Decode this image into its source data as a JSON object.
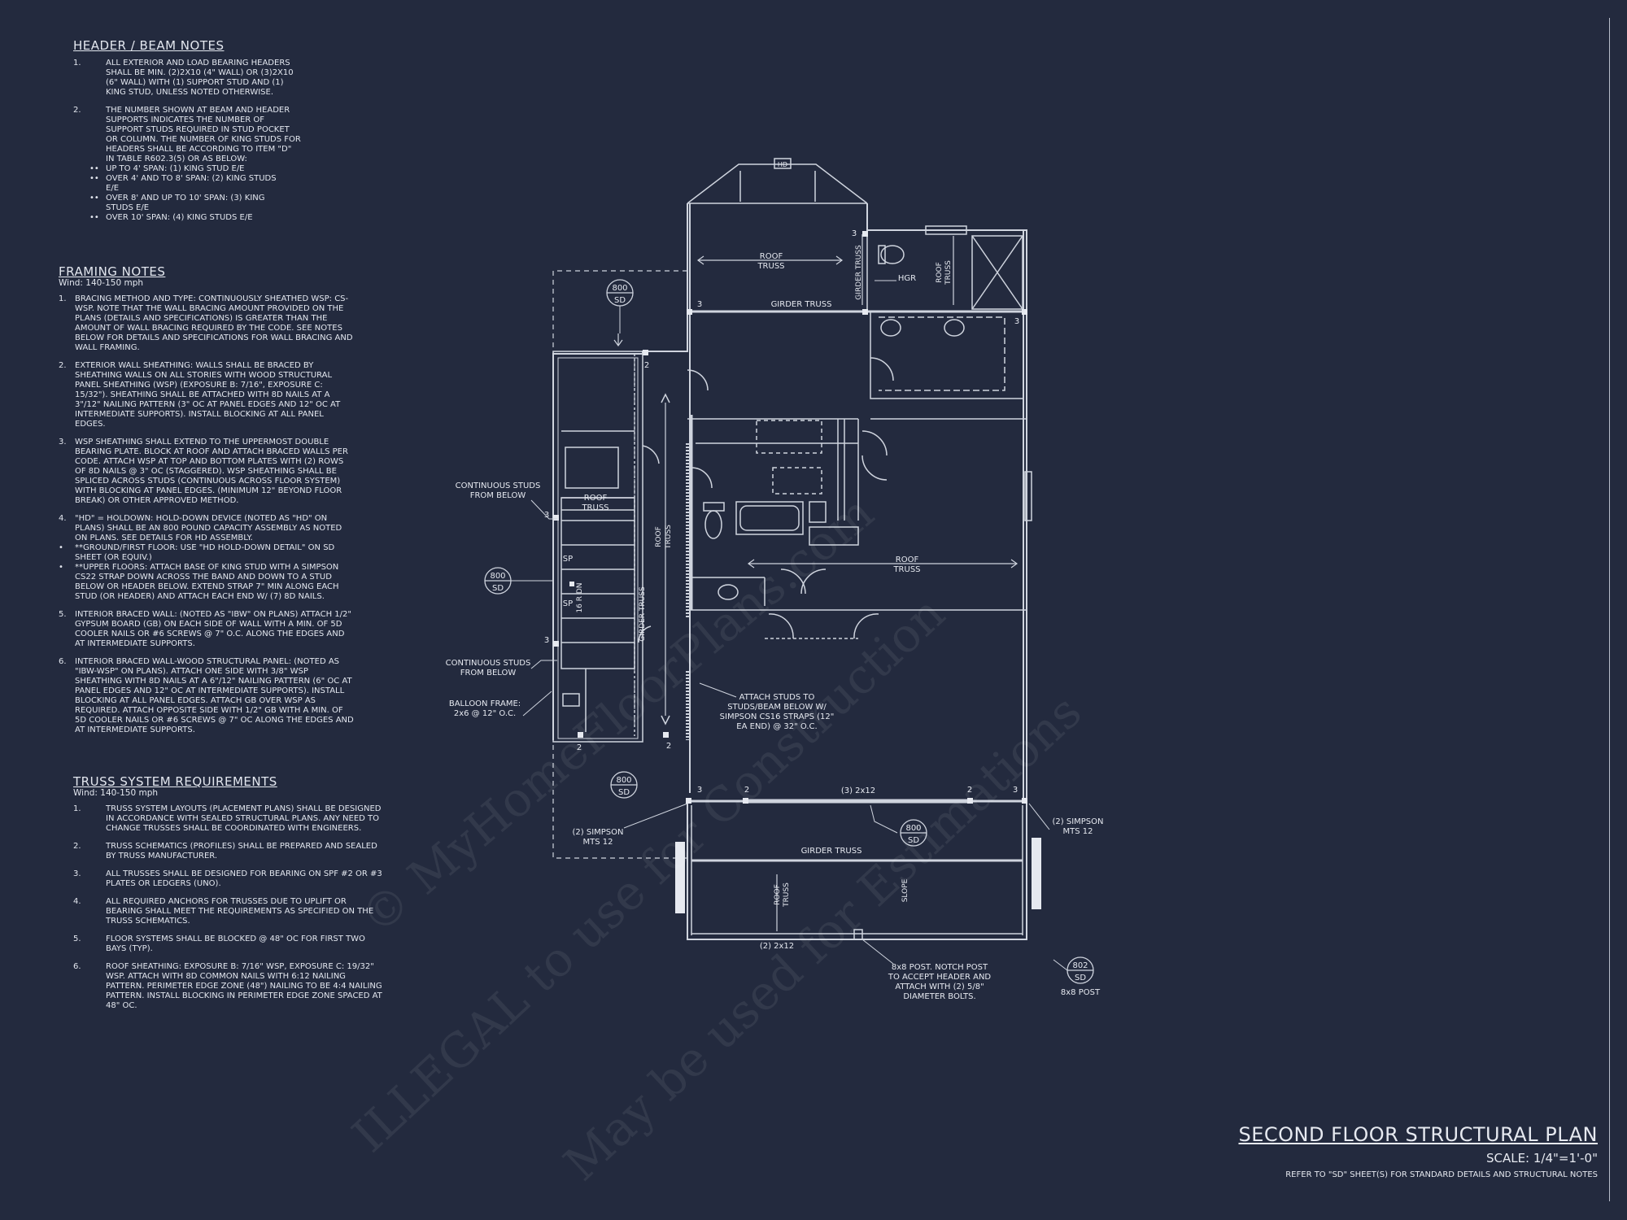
{
  "header_beam_notes": {
    "title": "HEADER / BEAM NOTES",
    "items": [
      {
        "num": "1.",
        "text": "ALL EXTERIOR AND LOAD BEARING HEADERS SHALL BE MIN. (2)2x10 (4\" WALL) OR (3)2x10 (6\" WALL) WITH (1) SUPPORT STUD AND (1) KING STUD, UNLESS NOTED OTHERWISE."
      },
      {
        "num": "2.",
        "text": "THE NUMBER SHOWN AT BEAM AND HEADER SUPPORTS INDICATES THE NUMBER OF SUPPORT STUDS REQUIRED IN STUD POCKET OR COLUMN. THE NUMBER OF KING STUDS FOR HEADERS SHALL BE ACCORDING TO ITEM \"d\" IN TABLE R602.3(5) OR AS BELOW:"
      }
    ],
    "bullets": [
      "UP TO 4' SPAN: (1) KING STUD E/E",
      "OVER 4' AND TO 8' SPAN: (2) KING STUDS E/E",
      "OVER 8' AND UP TO 10' SPAN: (3) KING STUDS E/E",
      "OVER 10' SPAN: (4) KING STUDS E/E"
    ]
  },
  "framing_notes": {
    "title": "FRAMING NOTES",
    "wind": "Wind: 140-150 mph",
    "items": [
      {
        "num": "1.",
        "text": "BRACING METHOD AND TYPE: CONTINUOUSLY SHEATHED WSP: CS-WSP. NOTE THAT THE WALL BRACING AMOUNT PROVIDED ON THE PLANS (DETAILS AND SPECIFICATIONS) IS GREATER THAN THE AMOUNT OF WALL BRACING REQUIRED BY THE CODE. SEE NOTES BELOW FOR DETAILS AND SPECIFICATIONS FOR WALL BRACING AND WALL FRAMING."
      },
      {
        "num": "2.",
        "text": "EXTERIOR WALL SHEATHING: WALLS SHALL BE BRACED BY SHEATHING WALLS ON ALL STORIES WITH WOOD STRUCTURAL PANEL SHEATHING (WSP) (EXPOSURE B: 7/16\", EXPOSURE C: 15/32\"). SHEATHING SHALL BE ATTACHED WITH 8d NAILS AT A 3\"/12\" NAILING PATTERN (3\" OC AT PANEL EDGES AND 12\" OC AT INTERMEDIATE SUPPORTS). INSTALL BLOCKING AT ALL PANEL EDGES."
      },
      {
        "num": "3.",
        "text": "WSP SHEATHING SHALL EXTEND TO THE UPPERMOST DOUBLE BEARING PLATE. BLOCK AT ROOF AND ATTACH BRACED WALLS PER CODE. ATTACH WSP AT TOP AND BOTTOM PLATES WITH (2) ROWS OF 8d NAILS @ 3\" OC (STAGGERED). WSP SHEATHING SHALL BE SPLICED ACROSS STUDS (CONTINUOUS ACROSS FLOOR SYSTEM) WITH BLOCKING AT PANEL EDGES. (MINIMUM 12\" BEYOND FLOOR BREAK) OR OTHER APPROVED METHOD."
      },
      {
        "num": "4.",
        "text": "\"HD\" = HOLDOWN: HOLD-DOWN DEVICE (NOTED AS \"HD\" ON PLANS) SHALL BE AN 800 POUND CAPACITY ASSEMBLY AS NOTED ON PLANS. SEE DETAILS FOR HD ASSEMBLY."
      },
      {
        "num": "•",
        "text": "**GROUND/FIRST FLOOR: USE \"HD HOLD-DOWN DETAIL\" ON SD SHEET (OR EQUIV.)"
      },
      {
        "num": "•",
        "text": "**UPPER FLOORS: ATTACH BASE OF KING STUD WITH A SIMPSON CS22 STRAP DOWN ACROSS THE BAND AND DOWN TO A STUD BELOW OR HEADER BELOW. EXTEND STRAP 7\" MIN ALONG EACH STUD (OR HEADER) AND ATTACH EACH END W/ (7) 8d NAILS."
      },
      {
        "num": "5.",
        "text": "INTERIOR BRACED WALL: (NOTED AS \"IBW\" ON PLANS) ATTACH 1/2\" GYPSUM BOARD (GB) ON EACH SIDE OF WALL WITH A MIN. OF 5d COOLER NAILS OR #6 SCREWS @ 7\" O.C. ALONG THE EDGES AND AT INTERMEDIATE SUPPORTS."
      },
      {
        "num": "6.",
        "text": "INTERIOR BRACED WALL-WOOD STRUCTURAL PANEL: (NOTED AS \"IBW-WSP\" ON PLANS). ATTACH ONE SIDE WITH 3/8\" WSP SHEATHING WITH 8d NAILS AT A 6\"/12\" NAILING PATTERN (6\" OC AT PANEL EDGES AND 12\" OC AT INTERMEDIATE SUPPORTS). INSTALL BLOCKING AT ALL PANEL EDGES. ATTACH GB OVER WSP AS REQUIRED. ATTACH OPPOSITE SIDE WITH 1/2\" GB WITH A MIN. OF 5d COOLER NAILS OR #6 SCREWS @ 7\" OC ALONG THE EDGES AND AT INTERMEDIATE SUPPORTS."
      }
    ]
  },
  "truss_notes": {
    "title": "TRUSS SYSTEM REQUIREMENTS",
    "wind": "Wind: 140-150 mph",
    "items": [
      {
        "num": "1.",
        "text": "TRUSS SYSTEM LAYOUTS (PLACEMENT PLANS) SHALL BE DESIGNED IN ACCORDANCE WITH SEALED STRUCTURAL PLANS. ANY NEED TO CHANGE TRUSSES SHALL BE COORDINATED WITH ENGINEERS."
      },
      {
        "num": "2.",
        "text": "TRUSS SCHEMATICS (PROFILES) SHALL BE PREPARED AND SEALED BY TRUSS MANUFACTURER."
      },
      {
        "num": "3.",
        "text": "ALL TRUSSES SHALL BE DESIGNED FOR BEARING ON SPF #2 OR #3 PLATES OR LEDGERS (UNO)."
      },
      {
        "num": "4.",
        "text": "ALL REQUIRED ANCHORS FOR TRUSSES DUE TO UPLIFT OR BEARING SHALL MEET THE REQUIREMENTS AS SPECIFIED ON THE TRUSS SCHEMATICS."
      },
      {
        "num": "5.",
        "text": "FLOOR SYSTEMS SHALL BE BLOCKED @ 48\" OC FOR FIRST TWO BAYS (TYP)."
      },
      {
        "num": "6.",
        "text": "ROOF SHEATHING: EXPOSURE B: 7/16\" WSP, EXPOSURE C: 19/32\" WSP. ATTACH WITH 8d COMMON NAILS WITH 6:12 NAILING PATTERN. PERIMETER EDGE ZONE (48\") NAILING TO BE 4:4 NAILING PATTERN. INSTALL BLOCKING IN PERIMETER EDGE ZONE SPACED AT 48\" OC."
      }
    ]
  },
  "plan_labels": {
    "hd": "HD",
    "roof_truss": [
      "ROOF",
      "TRUSS"
    ],
    "girder_truss": "GIRDER TRUSS",
    "hgr": "HGR",
    "detail_800": "800",
    "detail_802": "802",
    "detail_sd": "SD",
    "continuous_studs": [
      "CONTINUOUS STUDS",
      "FROM BELOW"
    ],
    "balloon_frame": [
      "BALLOON FRAME:",
      "2x6 @ 12\" O.C."
    ],
    "attach_studs": [
      "ATTACH STUDS TO",
      "STUDS/BEAM BELOW W/",
      "SIMPSON CS16 STRAPS (12\"",
      "EA END) @ 32\" O.C."
    ],
    "simpson_mts": [
      "(2) SIMPSON",
      "MTS 12"
    ],
    "two_2x12": "(2) 2x12",
    "three_2x12": "(3) 2x12",
    "slope": "SLOPE",
    "post_note": [
      "8x8 POST. NOTCH POST",
      "TO ACCEPT HEADER AND",
      "ATTACH WITH (2) 5/8\"",
      "DIAMETER BOLTS."
    ],
    "post": "8x8 POST",
    "sp": "SP",
    "stair_dn": "16 R DN",
    "numbers": [
      "2",
      "3"
    ]
  },
  "title_block": {
    "title": "SECOND FLOOR STRUCTURAL PLAN",
    "scale": "SCALE: 1/4\"=1'-0\"",
    "ref": "REFER TO \"SD\" SHEET(S) FOR STANDARD DETAILS AND STRUCTURAL NOTES"
  },
  "watermark": [
    "© MyHomeFloorPlans.com",
    "ILLEGAL to use for Construction",
    "May be used for Estimations"
  ]
}
